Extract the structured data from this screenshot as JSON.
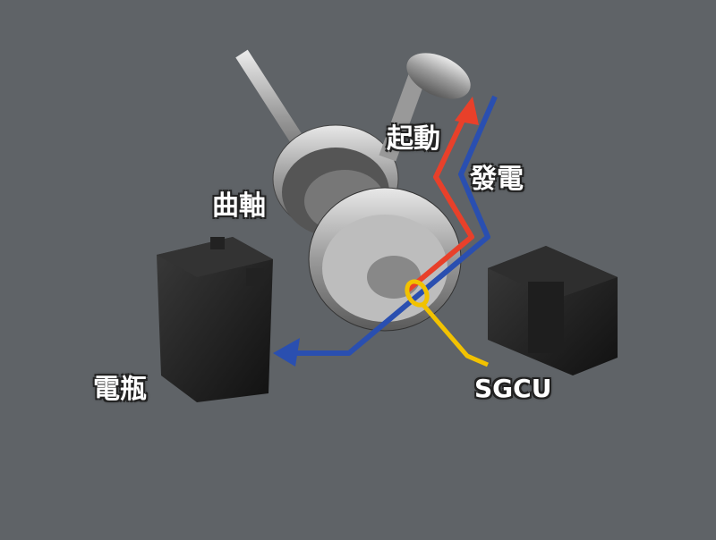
{
  "labels": {
    "start": "起動",
    "generate": "發電",
    "crankshaft": "曲軸",
    "battery": "電瓶",
    "sgcu": "SGCU"
  },
  "colors": {
    "background": "#5f6367",
    "start_arrow": "#e8402a",
    "generate_arrow": "#2a4fb0",
    "sgcu_wire": "#f2c200"
  }
}
